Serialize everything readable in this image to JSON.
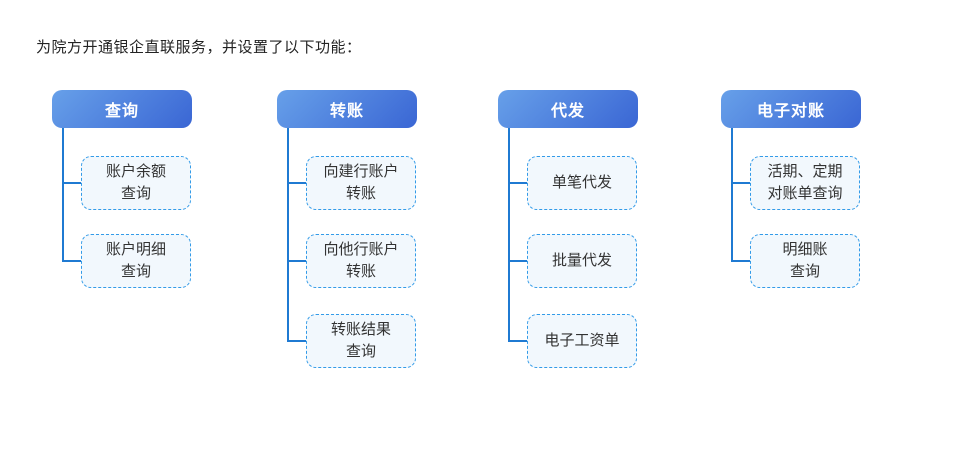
{
  "title": "为院方开通银企直联服务，并设置了以下功能：",
  "colors": {
    "title_text": "#232323",
    "body_text": "#333333",
    "header_text": "#ffffff",
    "header_gradient_start": "#67a0e9",
    "header_gradient_end": "#3a66d4",
    "child_border": "#339be8",
    "child_background": "#f2f8fd",
    "connector": "#1f7ad2"
  },
  "columns": [
    {
      "header": "查询",
      "children": [
        "账户余额\n查询",
        "账户明细\n查询"
      ]
    },
    {
      "header": "转账",
      "children": [
        "向建行账户\n转账",
        "向他行账户\n转账",
        "转账结果\n查询"
      ]
    },
    {
      "header": "代发",
      "children": [
        "单笔代发",
        "批量代发",
        "电子工资单"
      ]
    },
    {
      "header": "电子对账",
      "children": [
        "活期、定期\n对账单查询",
        "明细账\n查询"
      ]
    }
  ]
}
